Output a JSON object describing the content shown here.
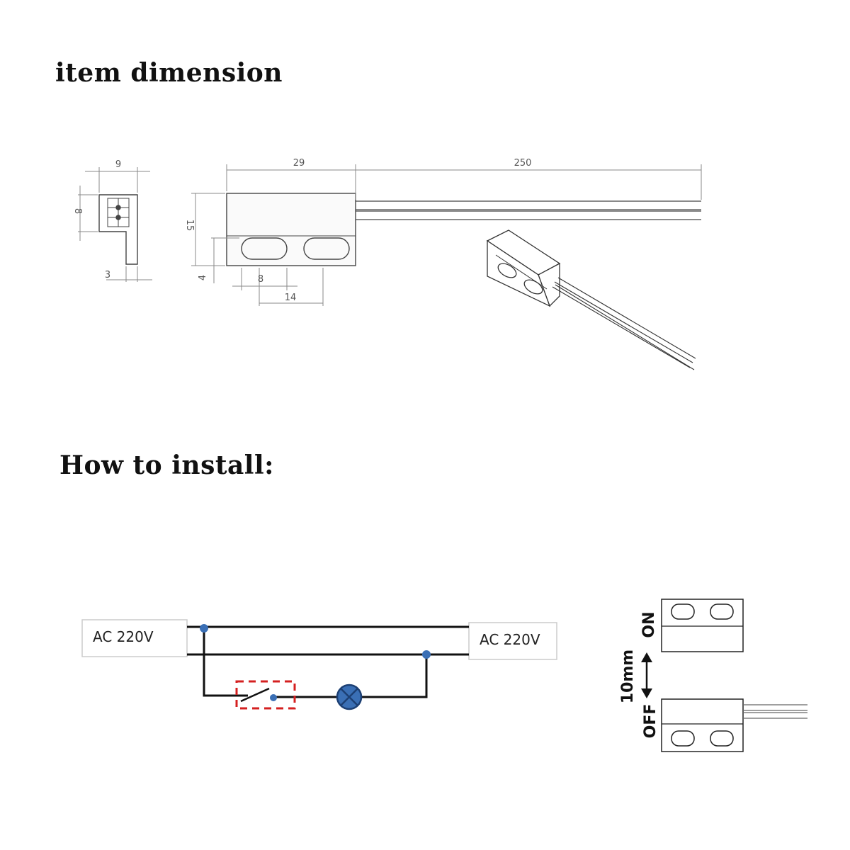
{
  "headings": {
    "dimension": "item dimension",
    "install": "How to install:"
  },
  "dimensions": {
    "side_width": "9",
    "side_height": "8",
    "side_base": "3",
    "body_length": "29",
    "cable_length": "250",
    "body_height": "15",
    "hole_offset": "4",
    "hole_width": "8",
    "hole_spacing": "14"
  },
  "wiring": {
    "left_source": "AC 220V",
    "right_source": "AC 220V"
  },
  "gap": {
    "on_label": "ON",
    "off_label": "OFF",
    "distance_label": "10mm"
  },
  "colors": {
    "node": "#3a6fb5",
    "lamp": "#3a6fb5",
    "switch_box": "#d42020"
  }
}
